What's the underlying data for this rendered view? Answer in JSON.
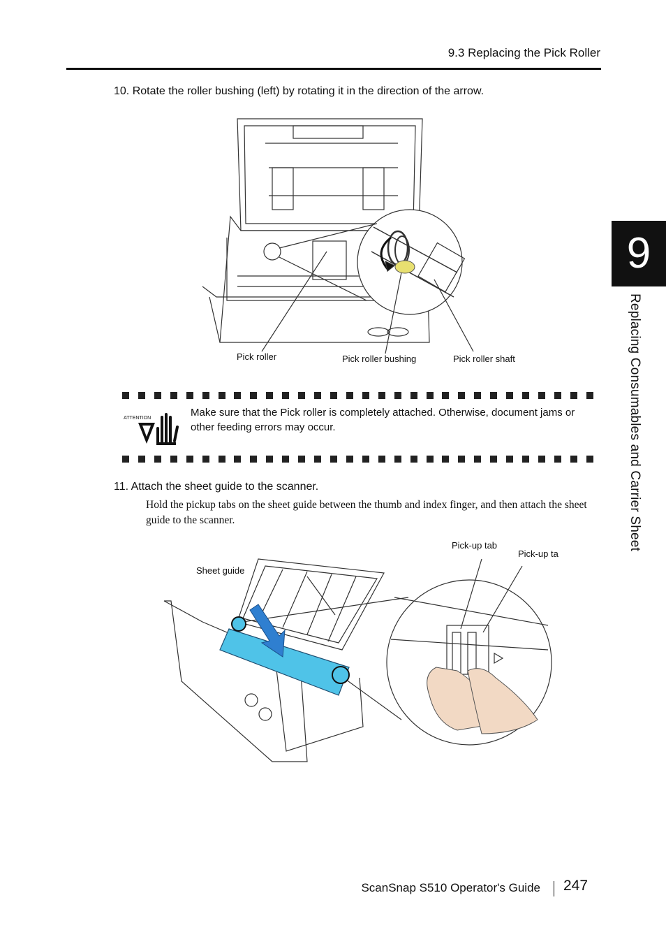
{
  "header": {
    "section_title": "9.3 Replacing the Pick Roller"
  },
  "chapter": {
    "number": "9",
    "title": "Replacing Consumables and Carrier Sheet"
  },
  "step10": {
    "text": "10.  Rotate the roller bushing (left) by rotating it in the direction of the arrow.",
    "labels": {
      "pick_roller": "Pick roller",
      "pick_roller_bushing": "Pick roller bushing",
      "pick_roller_shaft": "Pick roller shaft"
    }
  },
  "attention": {
    "icon_label": "ATTENTION",
    "text": "Make sure that the Pick roller is completely attached. Otherwise, document jams or other feeding errors may occur."
  },
  "step11": {
    "text": "11.  Attach the sheet guide to the scanner.",
    "body": "Hold the pickup tabs on the sheet guide between the thumb and index finger, and then attach the sheet guide to the scanner.",
    "labels": {
      "sheet_guide": "Sheet guide",
      "pick_up_tab_1": "Pick-up tab",
      "pick_up_tab_2": "Pick-up ta"
    }
  },
  "footer": {
    "guide_title": "ScanSnap S510 Operator's Guide",
    "page_number": "247"
  },
  "colors": {
    "accent_blue": "#4fc3e8",
    "arrow_blue": "#2f7fd0",
    "bushing_yellow": "#e8e070",
    "skin": "#f2d9c4"
  }
}
